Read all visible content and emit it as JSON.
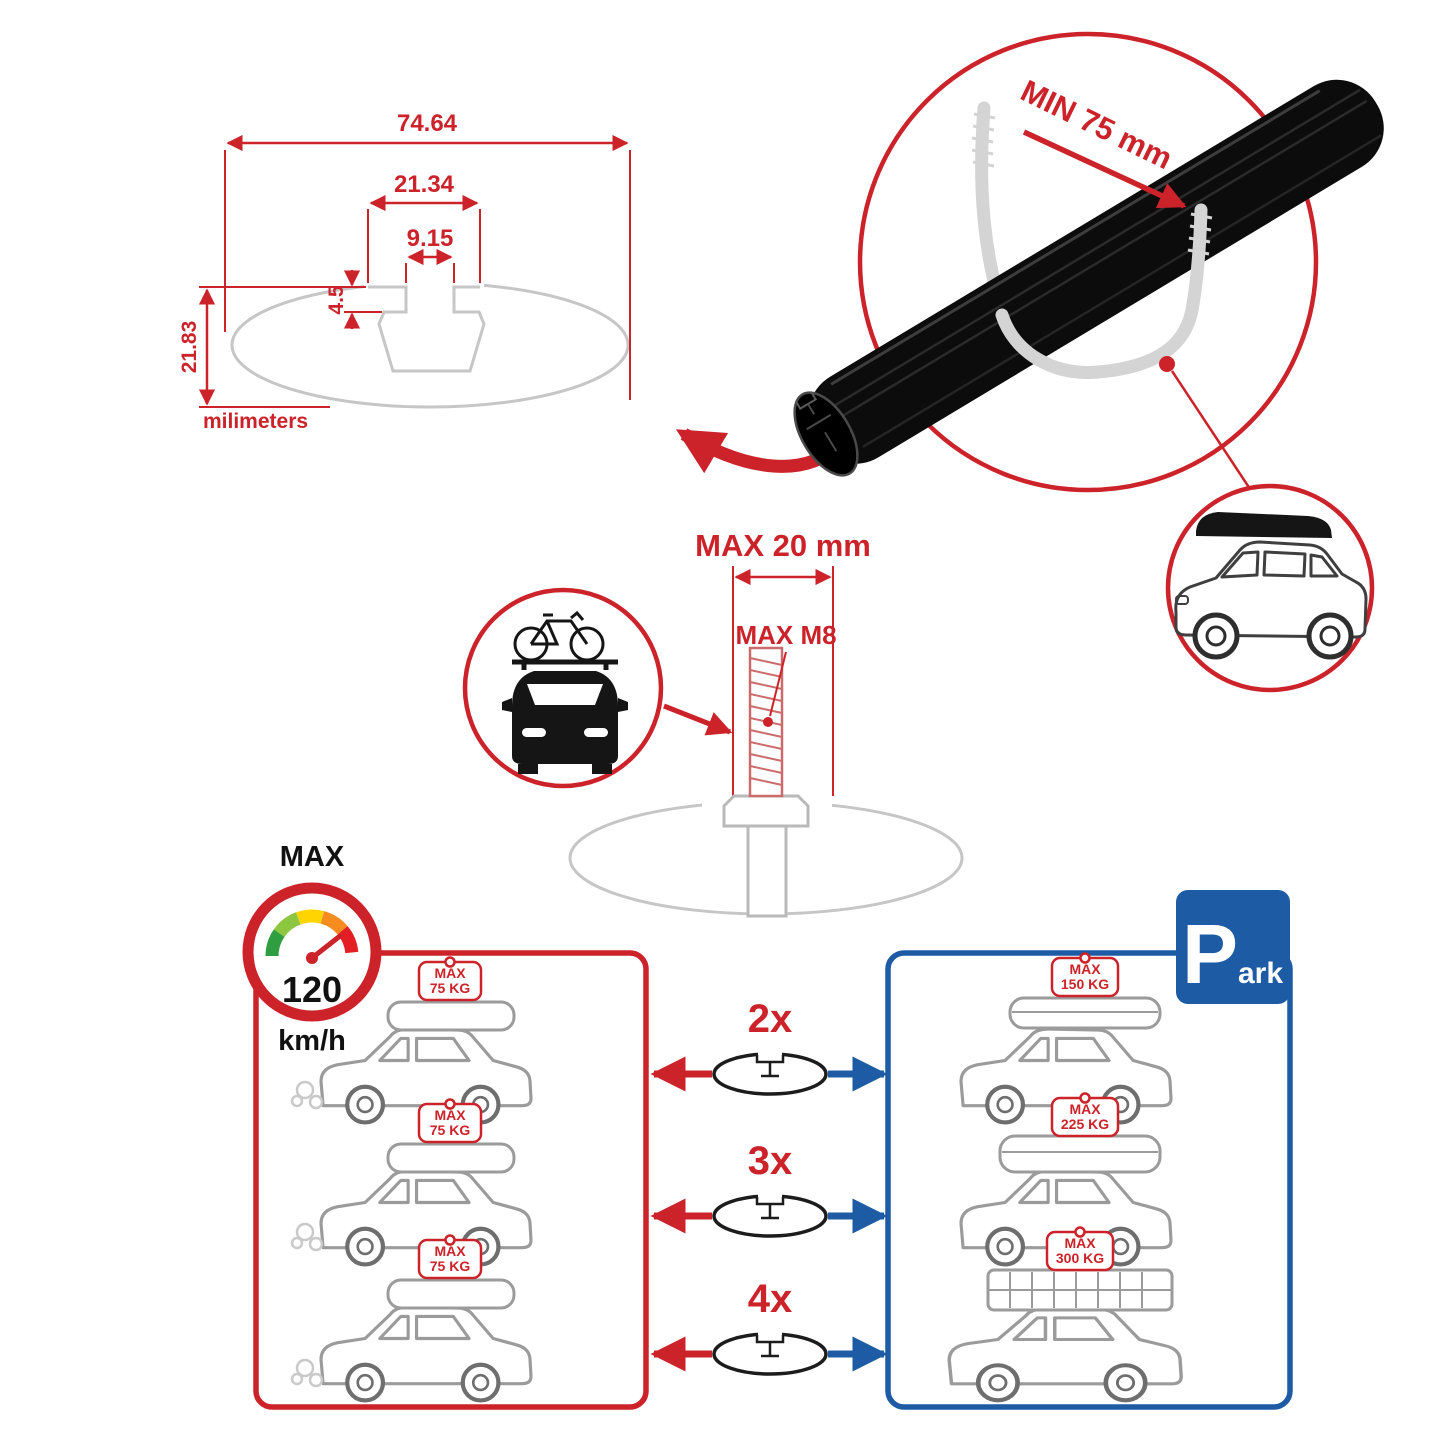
{
  "page": {
    "background": "#ffffff",
    "type": "product-infographic",
    "subject": "roof rack cross bar specifications"
  },
  "colors": {
    "accent_red": "#cc2229",
    "accent_blue": "#1d5ba5",
    "sketch_gray": "#c9c9c9",
    "ink": "#111111"
  },
  "profile_diagram": {
    "total_width": "74.64",
    "channel_outer_width": "21.34",
    "channel_slot_width": "9.15",
    "lip_depth": "4.5",
    "total_height": "21.83",
    "units": "milimeters"
  },
  "clamp_detail": {
    "min_grip": "MIN 75 mm"
  },
  "bolt_detail": {
    "max_width": "MAX 20 mm",
    "max_thread": "MAX M8"
  },
  "speed_badge": {
    "title": "MAX",
    "value": "120",
    "units": "km/h"
  },
  "capacity": {
    "multipliers": [
      "2x",
      "3x",
      "4x"
    ],
    "driving": {
      "items": [
        {
          "label": "MAX",
          "value": "75 KG"
        },
        {
          "label": "MAX",
          "value": "75 KG"
        },
        {
          "label": "MAX",
          "value": "75 KG"
        }
      ]
    },
    "parked": {
      "sign_letter": "P",
      "sign_rest": "ark",
      "items": [
        {
          "label": "MAX",
          "value": "150 KG"
        },
        {
          "label": "MAX",
          "value": "225 KG"
        },
        {
          "label": "MAX",
          "value": "300 KG"
        }
      ]
    }
  }
}
